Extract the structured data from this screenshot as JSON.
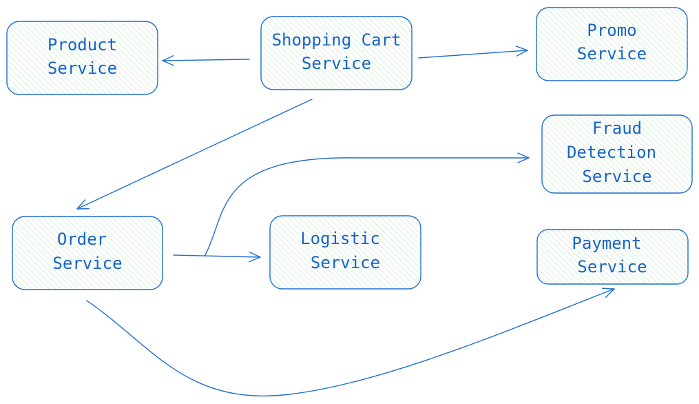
{
  "nodes": {
    "product_service": {
      "lines": [
        "Product",
        "Service"
      ]
    },
    "shopping_cart_service": {
      "lines": [
        "Shopping Cart",
        "Service"
      ]
    },
    "promo_service": {
      "lines": [
        "Promo",
        "Service"
      ]
    },
    "fraud_detection_service": {
      "lines": [
        "Fraud",
        "Detection",
        "Service"
      ]
    },
    "order_service": {
      "lines": [
        "Order",
        "Service"
      ]
    },
    "logistic_service": {
      "lines": [
        "Logistic",
        "Service"
      ]
    },
    "payment_service": {
      "lines": [
        "Payment",
        "Service"
      ]
    }
  },
  "edges": [
    {
      "from": "shopping_cart_service",
      "to": "product_service"
    },
    {
      "from": "shopping_cart_service",
      "to": "promo_service"
    },
    {
      "from": "shopping_cart_service",
      "to": "order_service"
    },
    {
      "from": "order_service",
      "to": "fraud_detection_service"
    },
    {
      "from": "order_service",
      "to": "logistic_service"
    },
    {
      "from": "order_service",
      "to": "payment_service"
    }
  ],
  "colors": {
    "stroke": "#1e6fd0",
    "text": "#1864c8",
    "hatch": "#bfe8c9"
  }
}
